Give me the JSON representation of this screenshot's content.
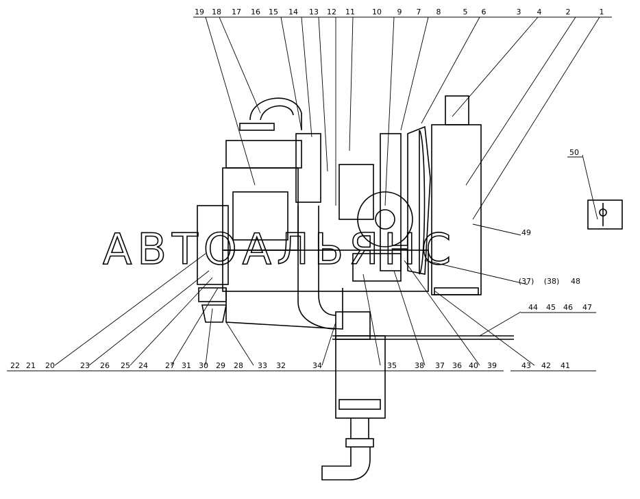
{
  "diagram": {
    "watermark": "АВТОАЛЬЯНС",
    "top_callouts": [
      "19",
      "18",
      "17",
      "16",
      "15",
      "14",
      "13",
      "12",
      "11",
      "10",
      "9",
      "7",
      "8",
      "5",
      "6",
      "3",
      "4",
      "2",
      "1"
    ],
    "right_callouts": [
      "50",
      "49",
      "(37)",
      "(38)",
      "48"
    ],
    "bottom_callouts": [
      "22",
      "21",
      "20",
      "23",
      "26",
      "25",
      "24",
      "27",
      "31",
      "30",
      "29",
      "28",
      "33",
      "32",
      "34",
      "35",
      "38",
      "37",
      "36",
      "40",
      "39",
      "43",
      "42",
      "41",
      "44",
      "45",
      "46",
      "47"
    ],
    "label_y": 0
  }
}
